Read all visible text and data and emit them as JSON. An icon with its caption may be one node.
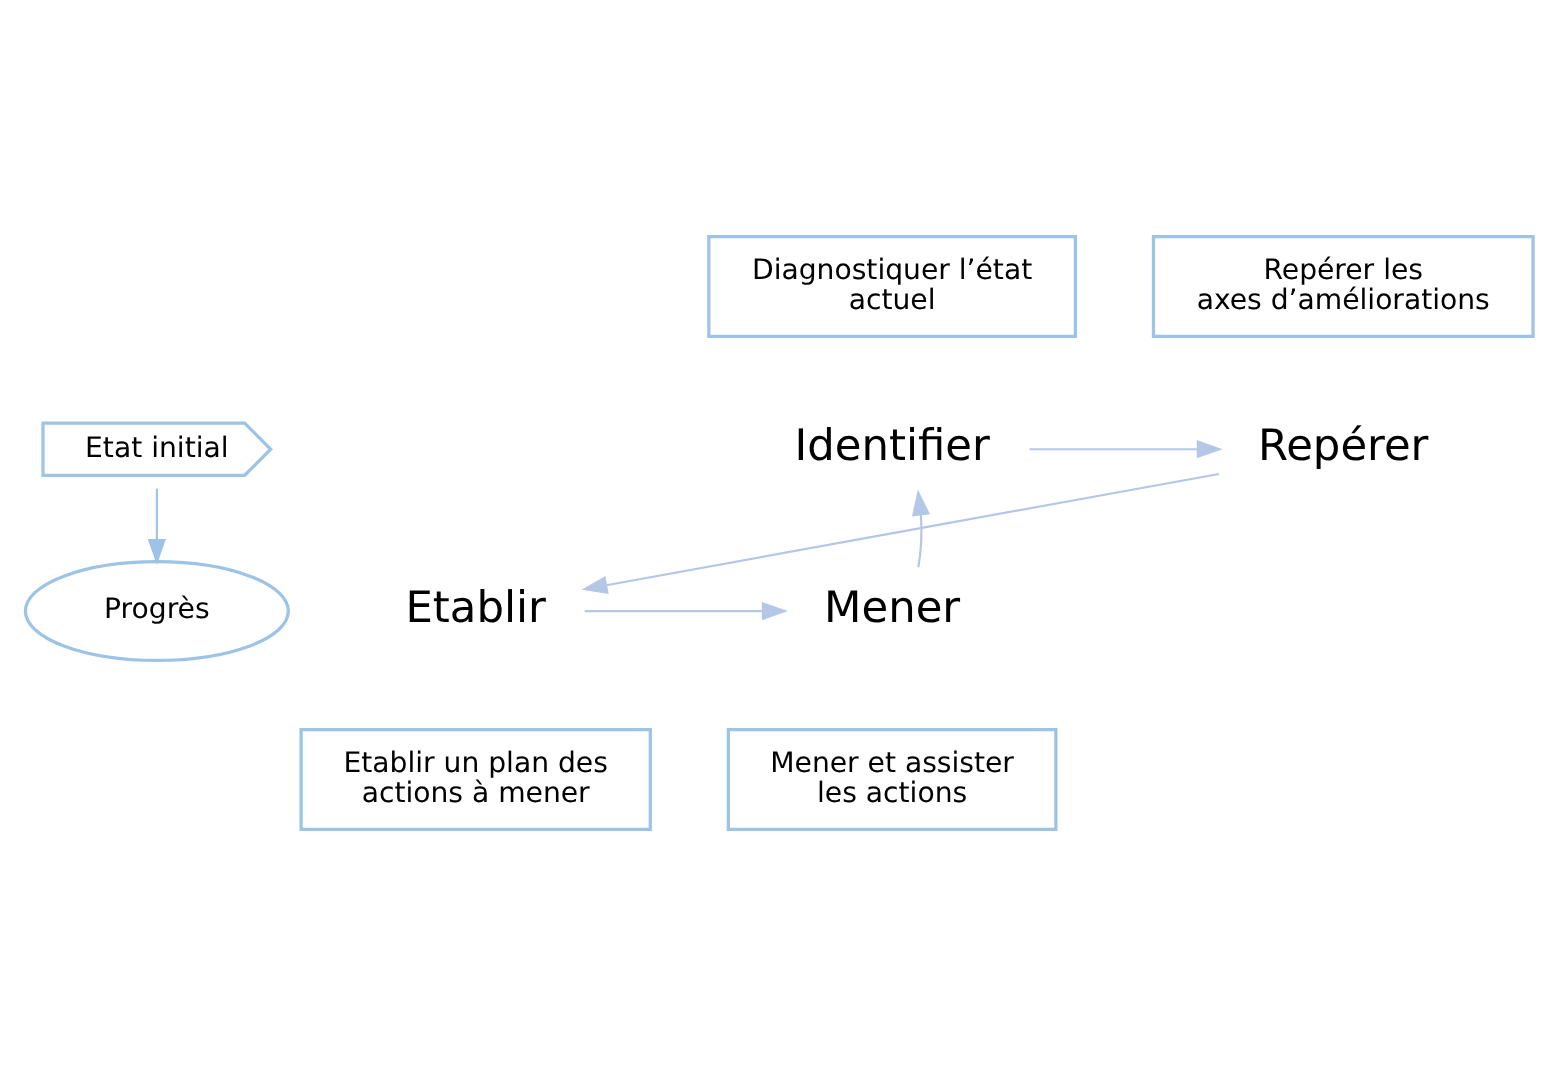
{
  "diagram": {
    "nodes": [
      {
        "text": [
          "Etat initial"
        ]
      },
      {
        "text": [
          "Diagnostiquer l’état actuel"
        ]
      },
      {
        "text": [
          "Identifier"
        ]
      },
      {
        "text": [
          "Repérer les axes d’améliorations"
        ]
      },
      {
        "text": [
          "Repérer"
        ]
      },
      {
        "text": [
          "Etablir"
        ]
      },
      {
        "text": [
          "Etablir un plan des actions à mener"
        ]
      },
      {
        "text": [
          "Mener"
        ]
      },
      {
        "text": [
          "Mener et assister les actions"
        ]
      },
      {
        "text": [
          "Progrès"
        ]
      }
    ],
    "edges": [
      {
        "from": 0,
        "to": 9,
        "arrow": "to",
        "color": "#9dc3e6"
      },
      {
        "from": 2,
        "to": 4,
        "arrow": "to"
      },
      {
        "from": 4,
        "to": 5,
        "arrow": "to"
      },
      {
        "from": 5,
        "to": 7,
        "arrow": "to"
      },
      {
        "from": 7,
        "to": 2,
        "arrow": "to"
      }
    ]
  }
}
